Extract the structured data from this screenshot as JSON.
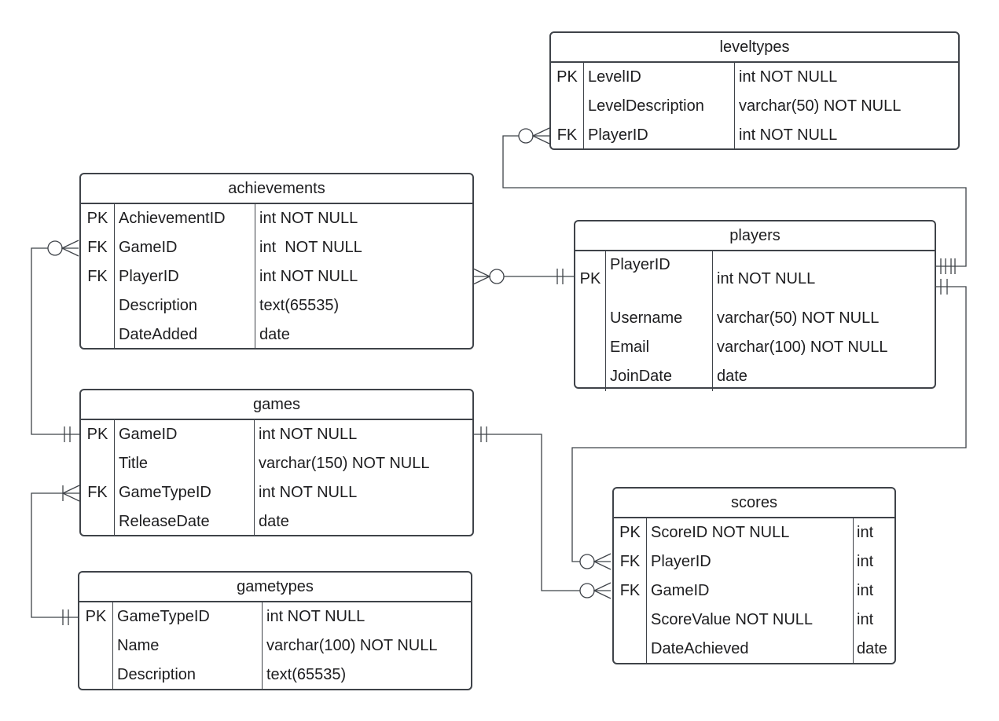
{
  "entities": {
    "leveltypes": {
      "name": "leveltypes",
      "columns": [
        {
          "key": "PK",
          "name": "LevelID",
          "type": "int NOT NULL"
        },
        {
          "key": "",
          "name": "LevelDescription",
          "type": "varchar(50) NOT NULL"
        },
        {
          "key": "FK",
          "name": "PlayerID",
          "type": "int NOT NULL"
        }
      ]
    },
    "achievements": {
      "name": "achievements",
      "columns": [
        {
          "key": "PK",
          "name": "AchievementID",
          "type": "int NOT NULL"
        },
        {
          "key": "FK",
          "name": "GameID",
          "type": "int  NOT NULL"
        },
        {
          "key": "FK",
          "name": "PlayerID",
          "type": "int NOT NULL"
        },
        {
          "key": "",
          "name": "Description",
          "type": "text(65535)"
        },
        {
          "key": "",
          "name": "DateAdded",
          "type": "date"
        }
      ]
    },
    "players": {
      "name": "players",
      "columns": [
        {
          "key": "PK",
          "name": "PlayerID",
          "type": "int NOT NULL"
        },
        {
          "key": "",
          "name": "Username",
          "type": "varchar(50) NOT NULL"
        },
        {
          "key": "",
          "name": "Email",
          "type": "varchar(100) NOT NULL"
        },
        {
          "key": "",
          "name": "JoinDate",
          "type": "date"
        }
      ]
    },
    "games": {
      "name": "games",
      "columns": [
        {
          "key": "PK",
          "name": "GameID",
          "type": "int NOT NULL"
        },
        {
          "key": "",
          "name": "Title",
          "type": "varchar(150) NOT NULL"
        },
        {
          "key": "FK",
          "name": "GameTypeID",
          "type": "int NOT NULL"
        },
        {
          "key": "",
          "name": "ReleaseDate",
          "type": "date"
        }
      ]
    },
    "scores": {
      "name": "scores",
      "columns": [
        {
          "key": "PK",
          "name": "ScoreID NOT NULL",
          "type": "int"
        },
        {
          "key": "FK",
          "name": "PlayerID",
          "type": "int"
        },
        {
          "key": "FK",
          "name": "GameID",
          "type": "int"
        },
        {
          "key": "",
          "name": "ScoreValue NOT NULL",
          "type": "int"
        },
        {
          "key": "",
          "name": "DateAchieved",
          "type": "date"
        }
      ]
    },
    "gametypes": {
      "name": "gametypes",
      "columns": [
        {
          "key": "PK",
          "name": "GameTypeID",
          "type": "int NOT NULL"
        },
        {
          "key": "",
          "name": "Name",
          "type": "varchar(100) NOT NULL"
        },
        {
          "key": "",
          "name": "Description",
          "type": "text(65535)"
        }
      ]
    }
  },
  "relationships": [
    {
      "from": "players.PlayerID",
      "from_cardinality": "exactly-one",
      "to": "leveltypes.PlayerID",
      "to_cardinality": "zero-or-many"
    },
    {
      "from": "players.PlayerID",
      "from_cardinality": "exactly-one",
      "to": "achievements.PlayerID",
      "to_cardinality": "zero-or-many"
    },
    {
      "from": "players.PlayerID",
      "from_cardinality": "exactly-one",
      "to": "scores.PlayerID",
      "to_cardinality": "zero-or-many"
    },
    {
      "from": "games.GameID",
      "from_cardinality": "exactly-one",
      "to": "achievements.GameID",
      "to_cardinality": "zero-or-many"
    },
    {
      "from": "games.GameID",
      "from_cardinality": "exactly-one",
      "to": "scores.GameID",
      "to_cardinality": "zero-or-many"
    },
    {
      "from": "gametypes.GameTypeID",
      "from_cardinality": "exactly-one",
      "to": "games.GameTypeID",
      "to_cardinality": "one-or-many"
    }
  ],
  "colors": {
    "stroke": "#3f4349",
    "text": "#1d1d1f",
    "background": "#ffffff"
  }
}
